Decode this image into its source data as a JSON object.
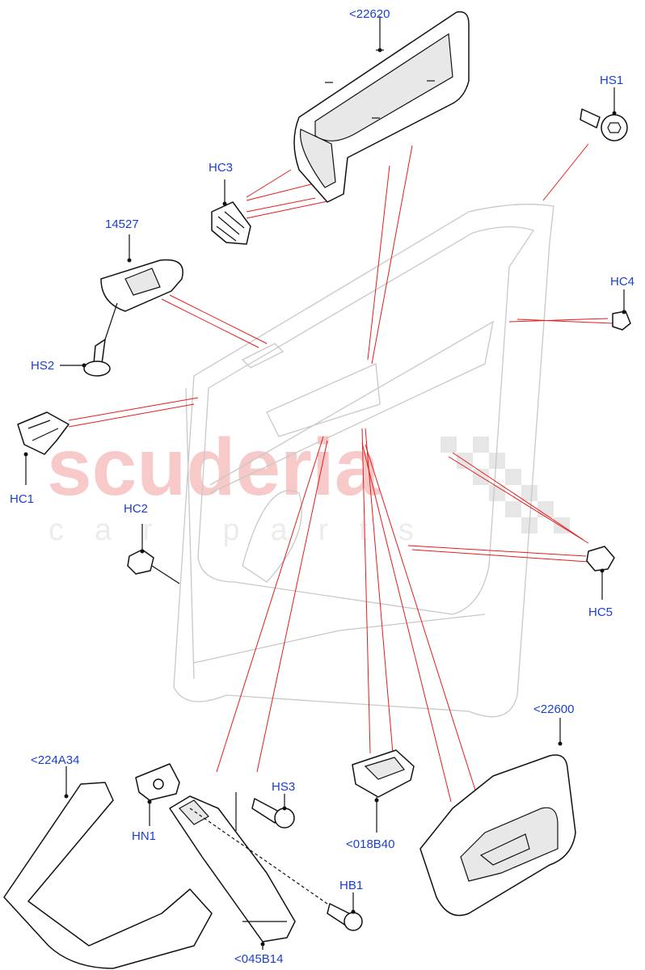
{
  "watermark": {
    "brand": "scuderia",
    "sub": "car parts"
  },
  "labels": {
    "p22620": "<22620",
    "hs1": "HS1",
    "hc3": "HC3",
    "p14527": "14527",
    "hc4": "HC4",
    "hs2": "HS2",
    "hc1": "HC1",
    "hc2": "HC2",
    "hc5": "HC5",
    "p22600": "<22600",
    "p224a34": "<224A34",
    "hn1": "HN1",
    "hs3": "HS3",
    "p018b40": "<018B40",
    "hb1": "HB1",
    "p045b14": "<045B14"
  },
  "colors": {
    "label": "#1a3fd0",
    "leader_red": "#e51b1b",
    "outline": "#111111",
    "door_trim": "#c8c8c8"
  }
}
